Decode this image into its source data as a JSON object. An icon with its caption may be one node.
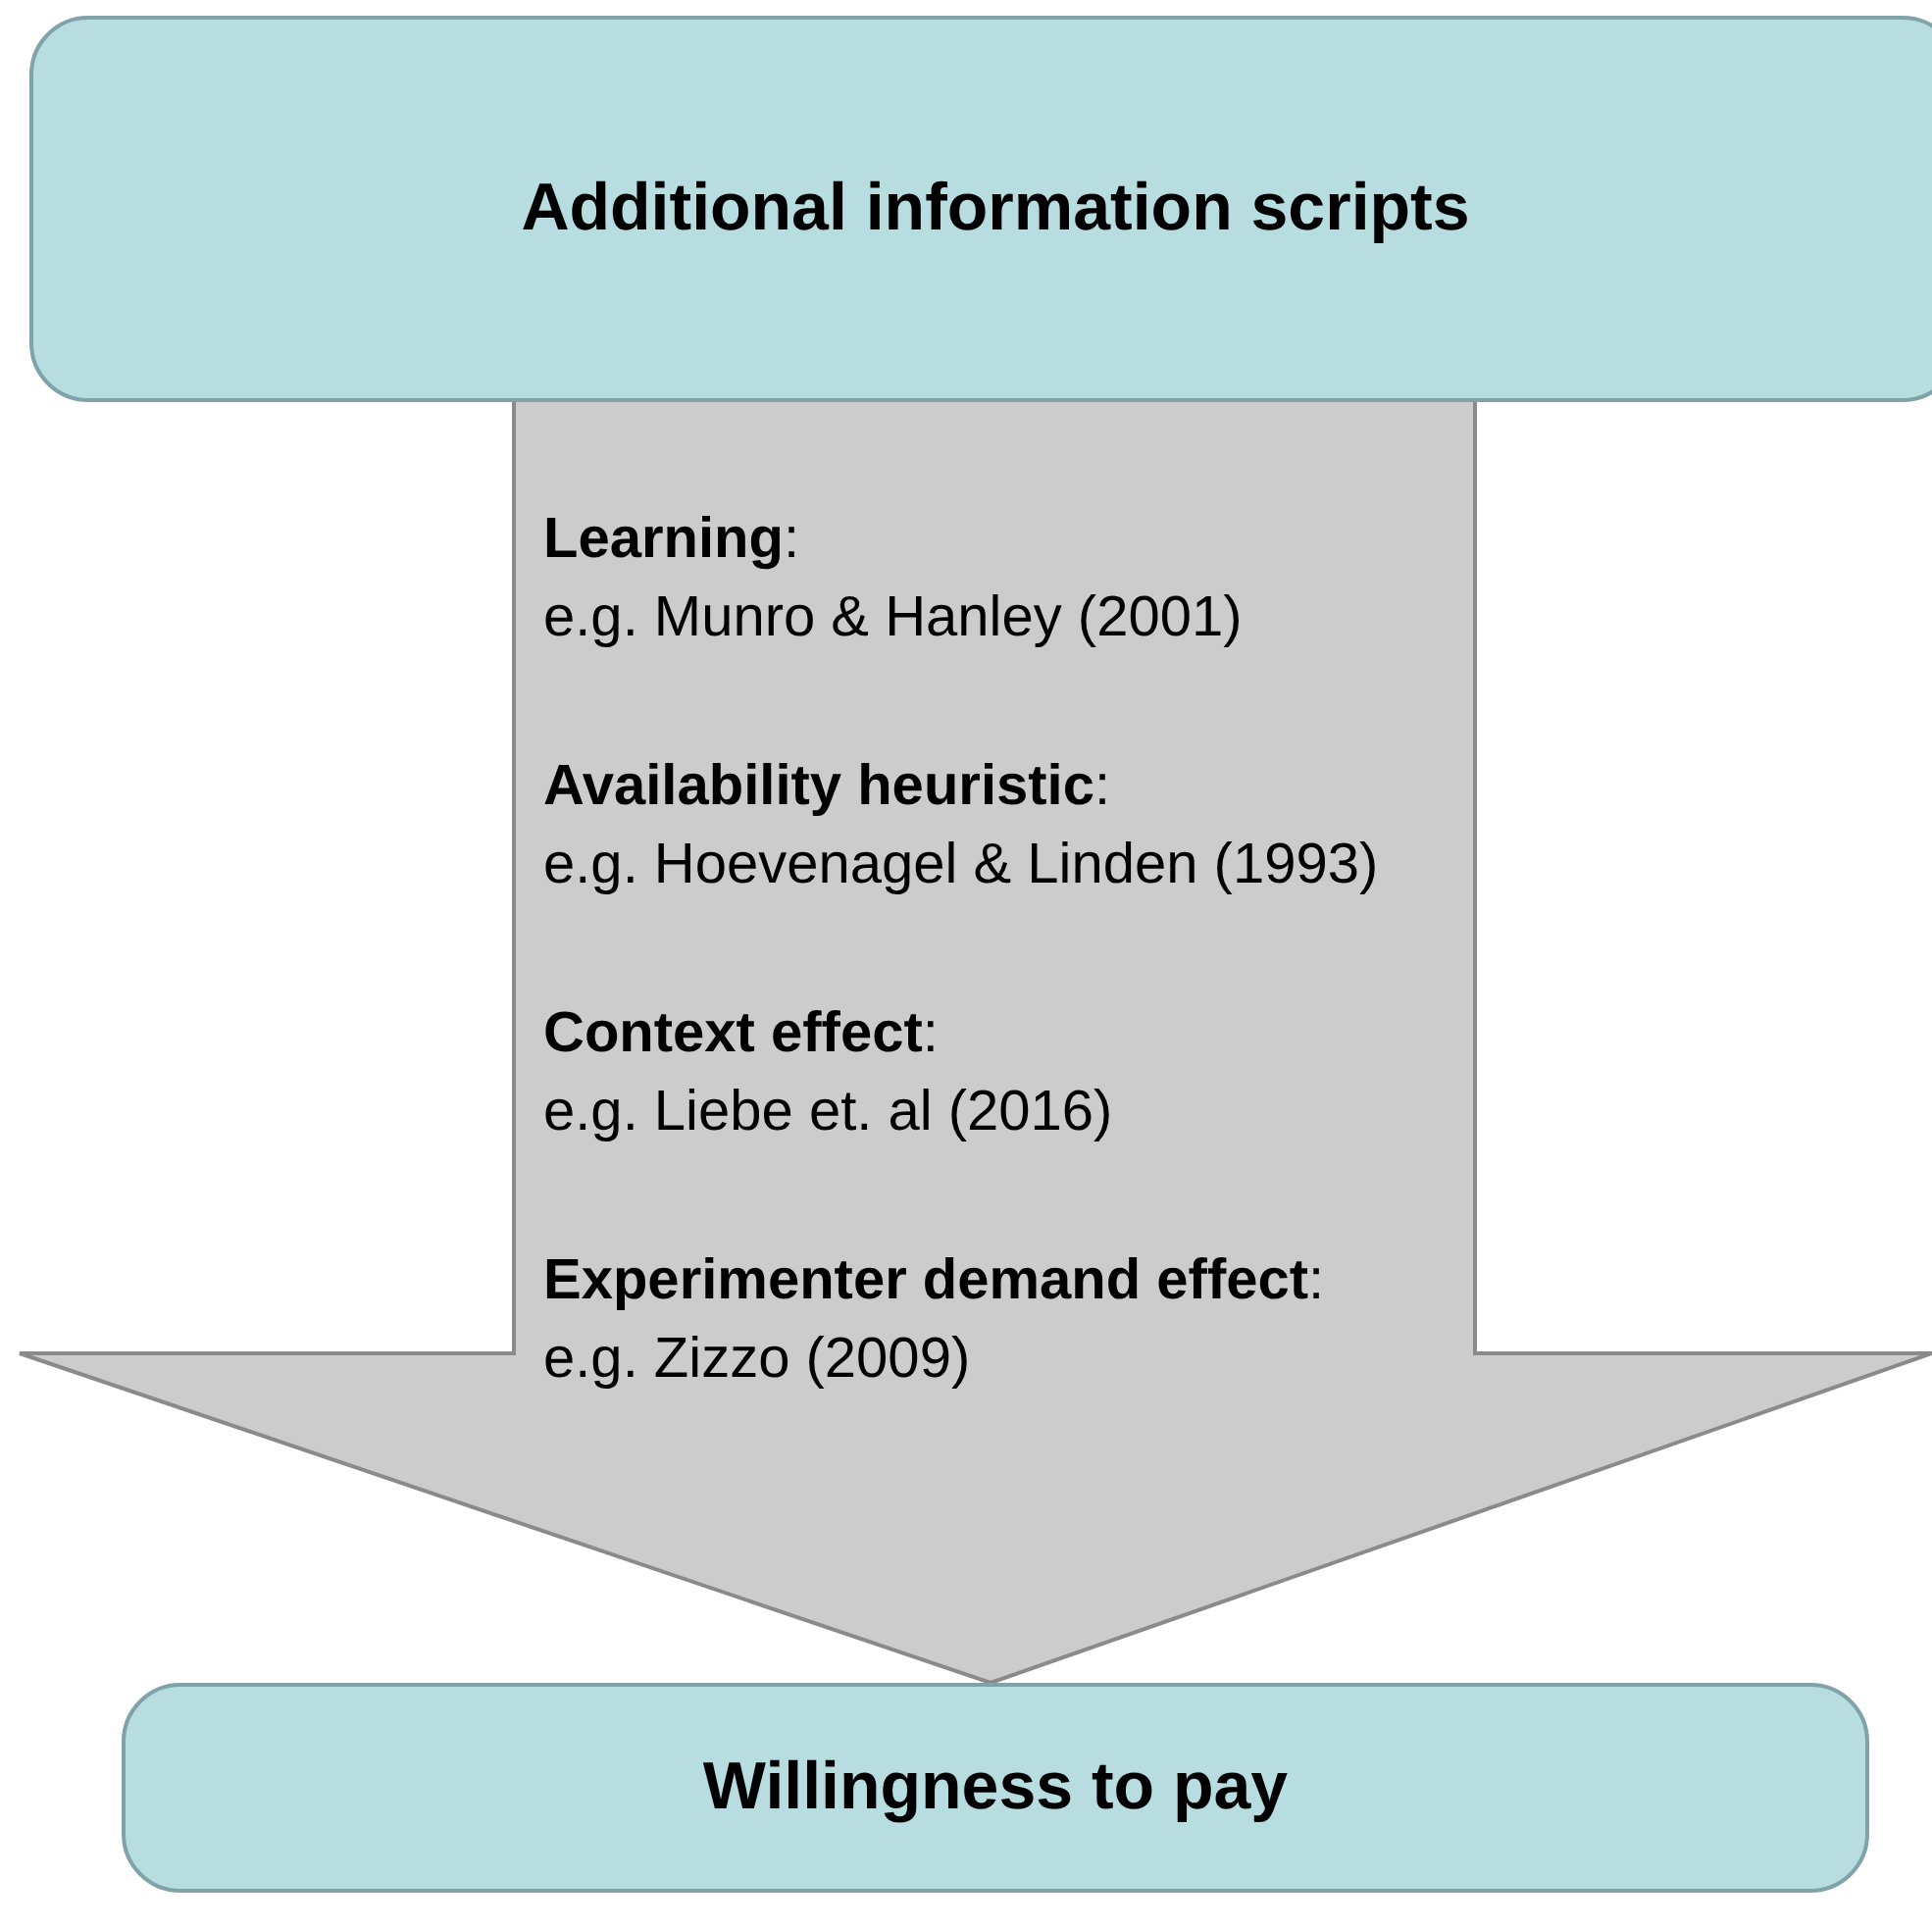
{
  "diagram": {
    "nodes": [
      {
        "text": [
          "Additional information scripts"
        ]
      },
      {
        "text": [
          "Willingness to pay"
        ]
      }
    ],
    "edges": [
      {
        "from": 0,
        "to": 1,
        "arrow": "to"
      }
    ],
    "labels": [
      "**Learning**:",
      "e.g. Munro & Hanley (2001)",
      "**Availability heuristic**:",
      "e.g. Hoevenagel & Linden (1993)",
      "**Context effect**:",
      "e.g. Liebe et. al (2016)",
      "**Experimenter demand effect**:",
      "e.g. Zizzo (2009)"
    ]
  }
}
